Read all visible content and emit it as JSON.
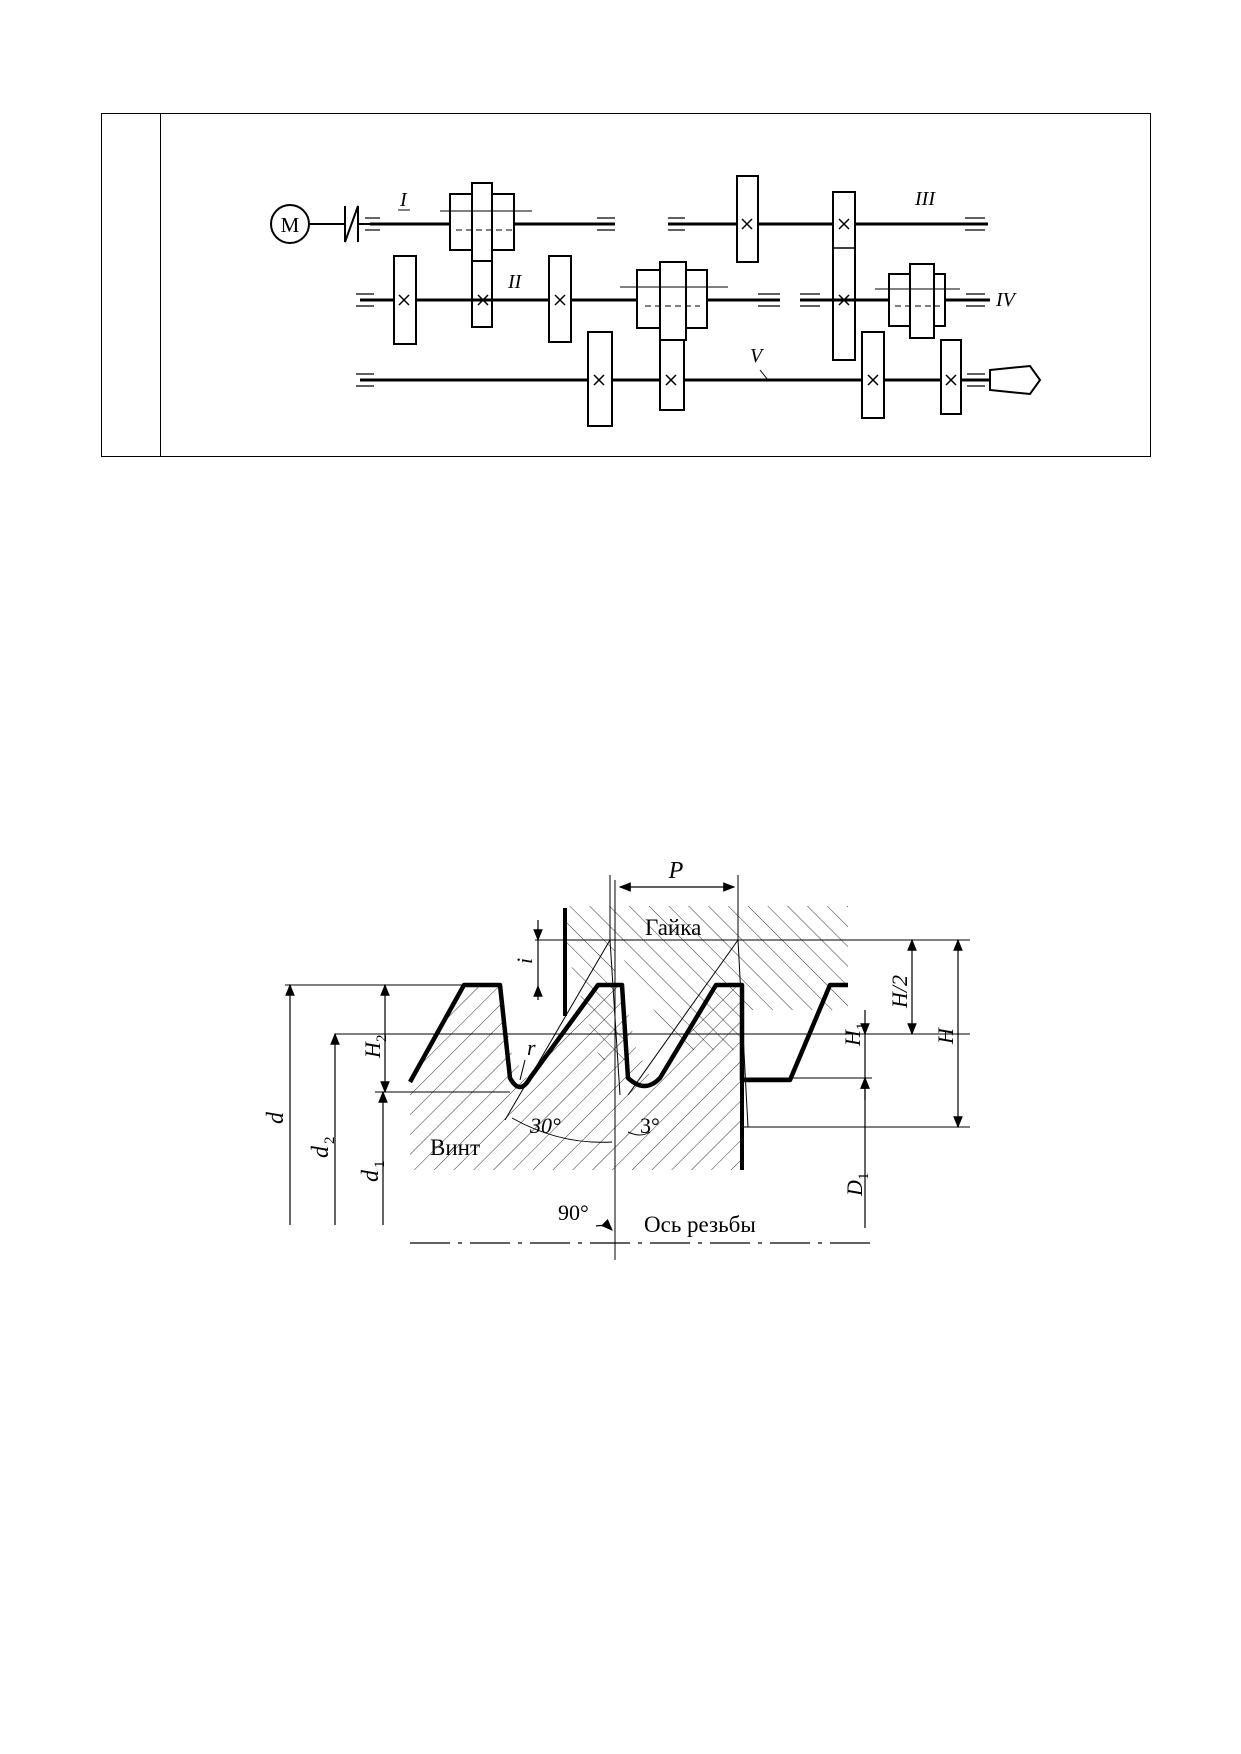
{
  "kinematic_scheme": {
    "motor_label": "M",
    "shaft_labels": [
      "I",
      "II",
      "III",
      "IV",
      "V"
    ]
  },
  "thread_profile": {
    "labels": {
      "pitch": "P",
      "nut": "Гайка",
      "screw": "Винт",
      "axis": "Ось резьбы",
      "clearance": "i",
      "half_height": "H/2",
      "height": "H",
      "h1": "H",
      "h1_sub": "1",
      "h2": "H",
      "h2_sub": "2",
      "radius": "r",
      "flank_angle": "30°",
      "back_angle": "3°",
      "right_angle": "90°",
      "major_diameter": "d",
      "pitch_diameter": "d",
      "pitch_diameter_sub": "2",
      "minor_diameter": "d",
      "minor_diameter_sub": "1",
      "nut_minor_diameter": "D",
      "nut_minor_diameter_sub": "1"
    }
  }
}
